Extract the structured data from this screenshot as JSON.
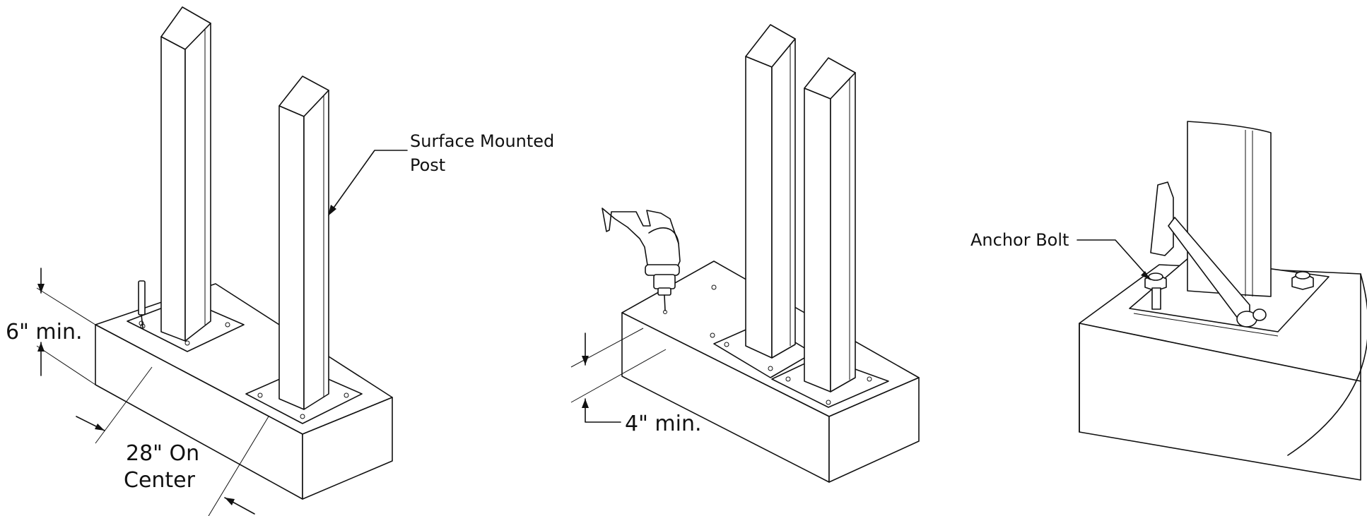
{
  "labels": {
    "surface_mounted_line1": "Surface Mounted",
    "surface_mounted_line2": "Post",
    "six_min": "6\" min.",
    "on_center_line1": "28\" On",
    "on_center_line2": "Center",
    "four_min": "4\" min.",
    "anchor_bolt": "Anchor Bolt"
  }
}
